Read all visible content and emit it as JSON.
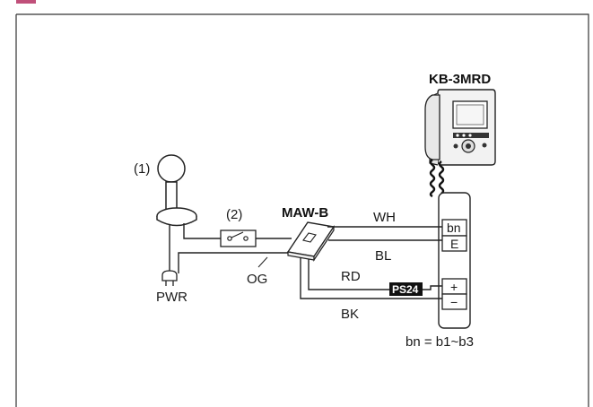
{
  "header_color": "#c0507a",
  "labels": {
    "monitor_model": "KB-3MRD",
    "camera_ref": "(1)",
    "switch_ref": "(2)",
    "adaptor_model": "MAW-B",
    "power_label": "PWR",
    "og_wire": "OG",
    "wh_wire": "WH",
    "bl_wire": "BL",
    "rd_wire": "RD",
    "bk_wire": "BK",
    "power_supply": "PS24",
    "terminal_bn": "bn",
    "terminal_e": "E",
    "terminal_plus": "+",
    "terminal_minus": "−",
    "footnote": "bn = b1~b3"
  }
}
